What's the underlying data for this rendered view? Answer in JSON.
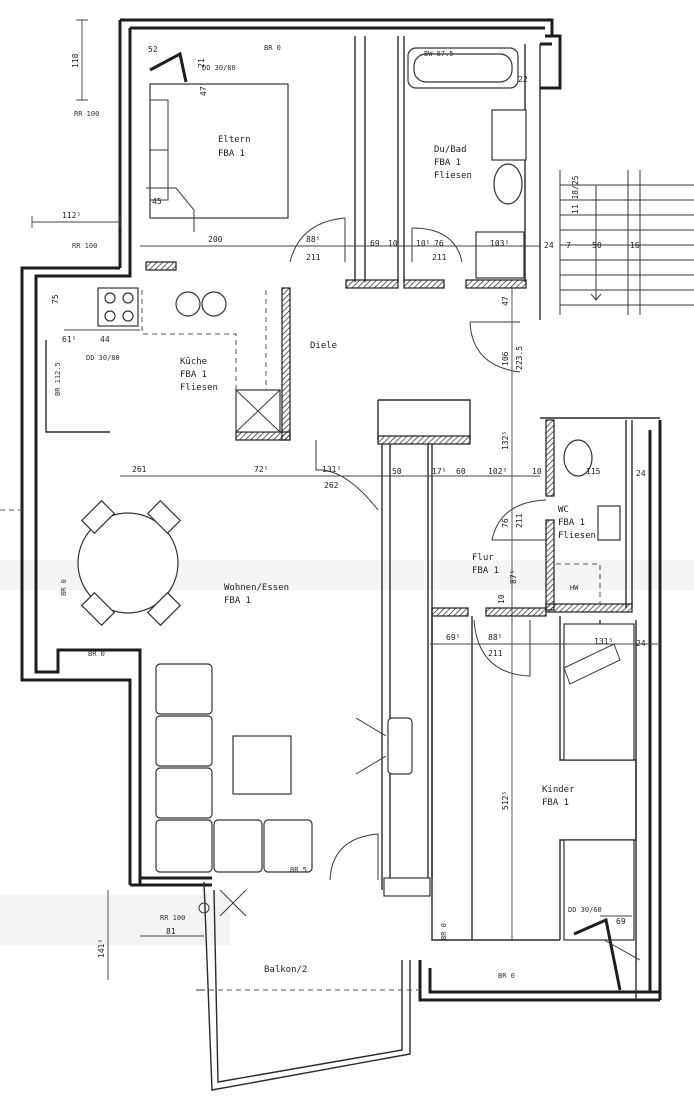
{
  "rooms": {
    "eltern": {
      "name": "Eltern",
      "floor": "FBA 1"
    },
    "bad": {
      "name": "Du/Bad",
      "floor": "FBA 1",
      "finish": "Fliesen"
    },
    "kueche": {
      "name": "Küche",
      "floor": "FBA 1",
      "finish": "Fliesen"
    },
    "diele": {
      "name": "Diele"
    },
    "wc": {
      "name": "WC",
      "floor": "FBA 1",
      "finish": "Fliesen"
    },
    "flur": {
      "name": "Flur",
      "floor": "FBA 1"
    },
    "wohnen": {
      "name": "Wohnen/Essen",
      "floor": "FBA 1"
    },
    "kinder": {
      "name": "Kinder",
      "floor": "FBA 1"
    },
    "balkon": {
      "name": "Balkon/2"
    },
    "hwr": {
      "name": "HW"
    }
  },
  "window_tags": {
    "br0_top": "BR 0",
    "dd_eltern": "DD 30/80",
    "bw_bad": "BW 87.5",
    "dd_kueche": "DD 30/80",
    "br_kueche": "BR 112.5",
    "br0_left": "BR 0",
    "br0_mid": "BR 0",
    "br5": "BR 5",
    "br0_right": "BR 0",
    "br0_bottom": "BR 0",
    "dd_kinder": "DD 30/60"
  },
  "level_tags": {
    "rr100_top": "RR 100",
    "rr100_mid": "RR 100",
    "rr100_bottom": "RR 100"
  },
  "dimensions": {
    "d118": "118",
    "d52": "52",
    "d21": "21",
    "d47": "47",
    "d45": "45",
    "d200": "200",
    "d885": "88⁵",
    "d211a": "211",
    "d69": "69",
    "d10": "10",
    "d105": "10⁵",
    "d76": "76",
    "d211b": "211",
    "d1035": "103⁵",
    "d24a": "24",
    "d7": "7",
    "d50a": "50",
    "d16": "16",
    "d1125": "112⁵",
    "d75": "75",
    "d615": "61⁵",
    "d44": "44",
    "d47b": "47",
    "d106": "106",
    "d2235": "223.5",
    "d261": "261",
    "d725": "72⁵",
    "d1315a": "131⁵",
    "d262": "262",
    "d50b": "50",
    "d175": "17⁵",
    "d60": "60",
    "d1025": "102⁵",
    "d10b": "10",
    "d115": "115",
    "d24b": "24",
    "d1325": "132⁵",
    "d76b": "76",
    "d211c": "211",
    "d875": "87⁵",
    "d10c": "10",
    "d695": "69⁵",
    "d885b": "88⁵",
    "d211d": "211",
    "d1315b": "131⁵",
    "d24c": "24",
    "d5125": "512⁵",
    "d141": "141⁵",
    "d81": "81",
    "d69b": "69",
    "d24top": "22",
    "d1125stair": "11 18/25"
  }
}
